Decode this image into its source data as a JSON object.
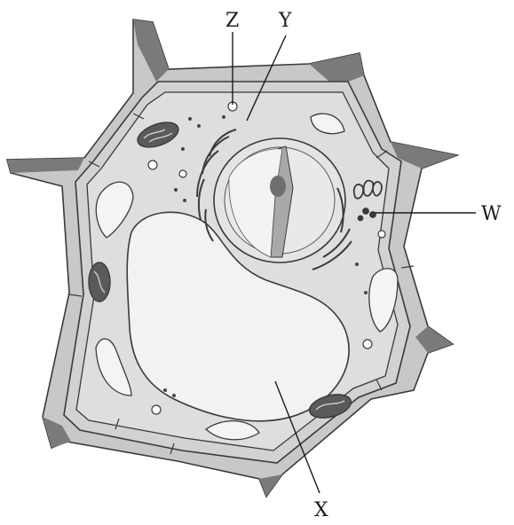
{
  "labels": {
    "z": "Z",
    "y": "Y",
    "w": "W",
    "x": "X"
  },
  "colors": {
    "cell_wall": "#bdbdbd",
    "cell_wall_dark": "#6b6b6b",
    "cytoplasm": "#dcdcdc",
    "vacuole": "#f1f1f1",
    "outline": "#3a3a3a"
  }
}
